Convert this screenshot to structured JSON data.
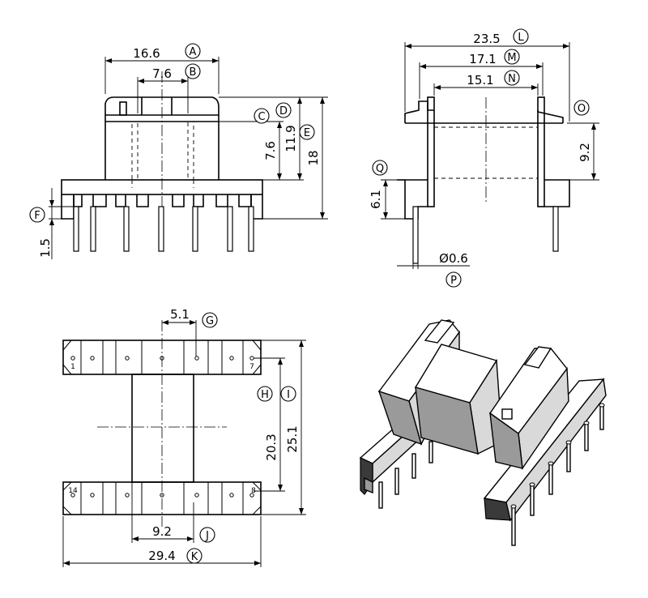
{
  "dimensions": {
    "A": "16.6",
    "B": "7.6",
    "C": "",
    "D": "",
    "E": "18",
    "CD_vertical": "11.9",
    "B_vertical": "7.6",
    "F": "1.5",
    "L": "23.5",
    "M": "17.1",
    "N": "15.1",
    "O": "9.2",
    "P": "Ø0.6",
    "Q": "6.1",
    "G": "5.1",
    "H": "20.3",
    "I": "25.1",
    "J": "9.2",
    "K": "29.4"
  },
  "callouts": {
    "A": "A",
    "B": "B",
    "C": "C",
    "D": "D",
    "E": "E",
    "F": "F",
    "G": "G",
    "H": "H",
    "I": "I",
    "J": "J",
    "K": "K",
    "L": "L",
    "M": "M",
    "N": "N",
    "O": "O",
    "P": "P",
    "Q": "Q"
  },
  "pin_numbers": {
    "top_left": "1",
    "top_right": "7",
    "bottom_left": "14",
    "bottom_right": "8"
  }
}
